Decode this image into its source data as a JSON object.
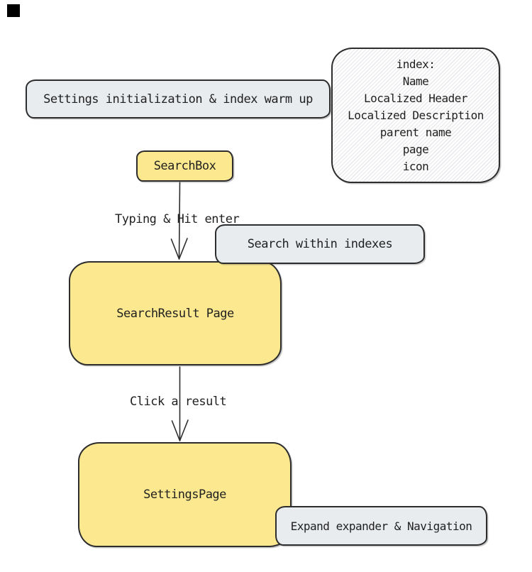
{
  "nodes": {
    "settings_init": {
      "label": "Settings initialization & index warm up"
    },
    "index_legend": {
      "title": "index:",
      "items": [
        "Name",
        "Localized Header",
        "Localized Description",
        "parent name",
        "page",
        "icon"
      ]
    },
    "searchbox": {
      "label": "SearchBox"
    },
    "search_within": {
      "label": "Search within indexes"
    },
    "searchresult_page": {
      "label": "SearchResult Page"
    },
    "settingspage": {
      "label": "SettingsPage"
    },
    "expand_navigation": {
      "label": "Expand expander & Navigation"
    }
  },
  "edges": {
    "typing": {
      "label": "Typing & Hit enter"
    },
    "click": {
      "label": "Click a result"
    }
  },
  "colors": {
    "yellow_fill": "#fce98f",
    "gray_fill": "#e9ecef",
    "stroke": "#2d2d2d",
    "hatch_line": "#e6e8eb",
    "text": "#1f1f1f",
    "marker": "#000000"
  }
}
